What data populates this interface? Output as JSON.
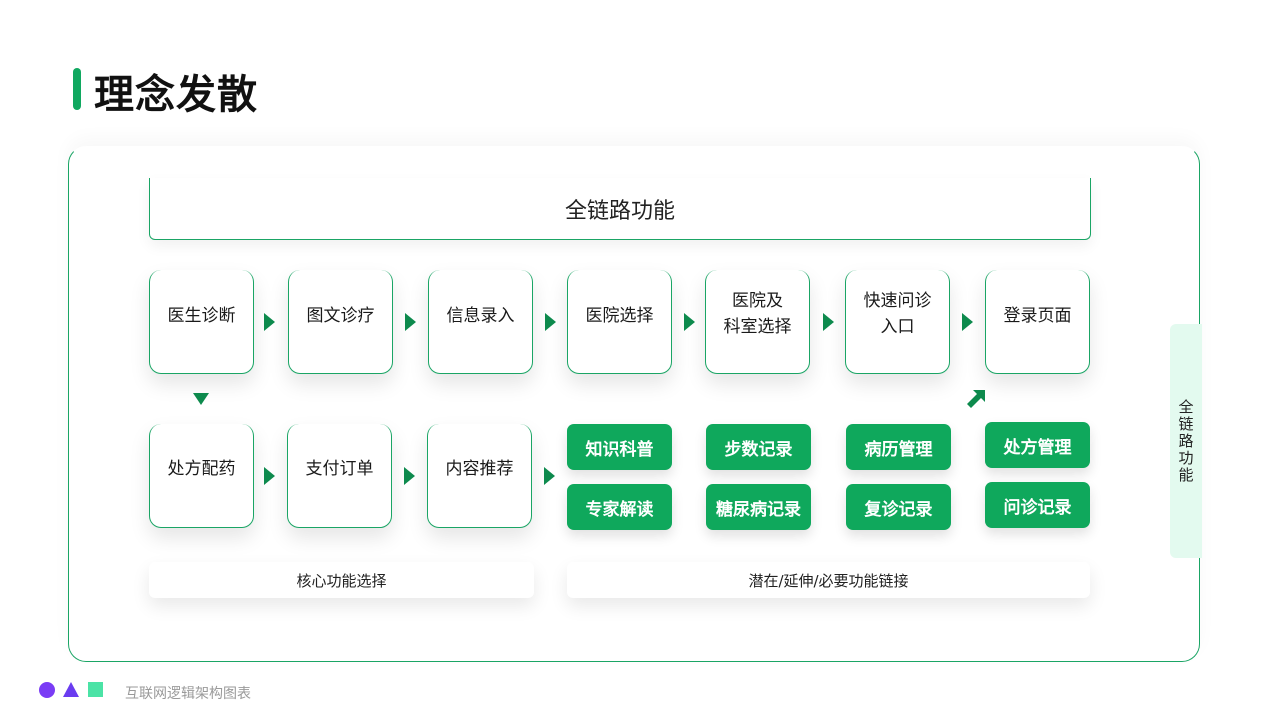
{
  "title": "理念发散",
  "top_banner": "全链路功能",
  "row1": [
    {
      "lines": [
        "医生诊断"
      ]
    },
    {
      "lines": [
        "图文诊疗"
      ]
    },
    {
      "lines": [
        "信息录入"
      ]
    },
    {
      "lines": [
        "医院选择"
      ]
    },
    {
      "lines": [
        "医院及",
        "科室选择"
      ]
    },
    {
      "lines": [
        "快速问诊",
        "入口"
      ]
    },
    {
      "lines": [
        "登录页面"
      ]
    }
  ],
  "row2": [
    {
      "lines": [
        "处方配药"
      ]
    },
    {
      "lines": [
        "支付订单"
      ]
    },
    {
      "lines": [
        "内容推荐"
      ]
    }
  ],
  "pills_top": [
    "知识科普",
    "步数记录",
    "病历管理",
    "处方管理"
  ],
  "pills_bottom": [
    "专家解读",
    "糖尿病记录",
    "复诊记录",
    "问诊记录"
  ],
  "bottom_labels": {
    "core": "核心功能选择",
    "extended": "潜在/延伸/必要功能链接"
  },
  "side_tab": "全链路功能",
  "footer": "互联网逻辑架构图表",
  "colors": {
    "accent": "#10a860",
    "pill": "#0fa85c",
    "arrow": "#0d8a4d",
    "footer_circle": "#7a3cf5",
    "footer_triangle": "#6a3cf0",
    "footer_square": "#4be3a6"
  },
  "icons": [
    "circle-icon",
    "triangle-icon",
    "square-icon"
  ]
}
